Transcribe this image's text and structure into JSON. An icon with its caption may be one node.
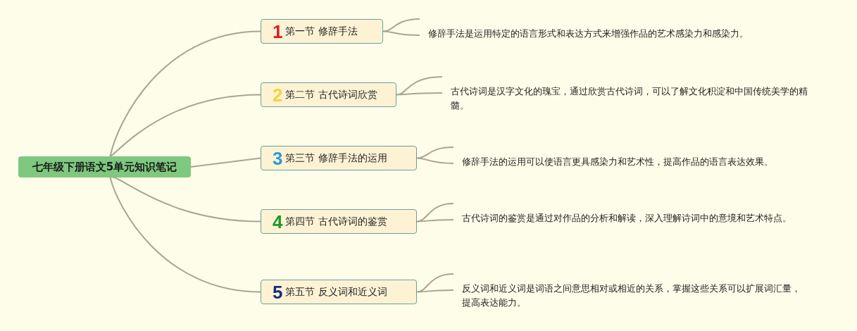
{
  "diagram": {
    "nodes": [
      {
        "text": [
          "七年级下册语文5单元知识笔记"
        ]
      },
      {
        "text": [
          "1",
          "第一节 修辞手法"
        ]
      },
      {
        "text": [
          "修辞手法是运用特定的语言形式和表达方式来增强作品的艺术感染力和感染力。"
        ]
      },
      {
        "text": [
          "2",
          "第二节 古代诗词欣赏"
        ]
      },
      {
        "text": [
          "古代诗词是汉字文化的瑰宝，通过欣赏古代诗词，可以了解文化积淀和中国传统美学的精髓。"
        ]
      },
      {
        "text": [
          "3",
          "第三节 修辞手法的运用"
        ]
      },
      {
        "text": [
          "修辞手法的运用可以使语言更具感染力和艺术性，提高作品的语言表达效果。"
        ]
      },
      {
        "text": [
          "4",
          "第四节 古代诗词的鉴赏"
        ]
      },
      {
        "text": [
          "古代诗词的鉴赏是通过对作品的分析和解读，深入理解诗词中的意境和艺术特点。"
        ]
      },
      {
        "text": [
          "5",
          "第五节 反义词和近义词"
        ]
      },
      {
        "text": [
          "反义词和近义词是词语之间意思相对或相近的关系，掌握这些关系可以扩展词汇量，提高表达能力。"
        ]
      }
    ],
    "edges": [
      {
        "from": 0,
        "to": 1,
        "arrow": "none"
      },
      {
        "from": 0,
        "to": 3,
        "arrow": "none"
      },
      {
        "from": 0,
        "to": 5,
        "arrow": "none"
      },
      {
        "from": 0,
        "to": 7,
        "arrow": "none"
      },
      {
        "from": 0,
        "to": 9,
        "arrow": "none"
      },
      {
        "from": 1,
        "to": 2,
        "arrow": "none"
      },
      {
        "from": 3,
        "to": 4,
        "arrow": "none"
      },
      {
        "from": 5,
        "to": 6,
        "arrow": "none"
      },
      {
        "from": 7,
        "to": 8,
        "arrow": "none"
      },
      {
        "from": 9,
        "to": 10,
        "arrow": "none"
      }
    ]
  }
}
